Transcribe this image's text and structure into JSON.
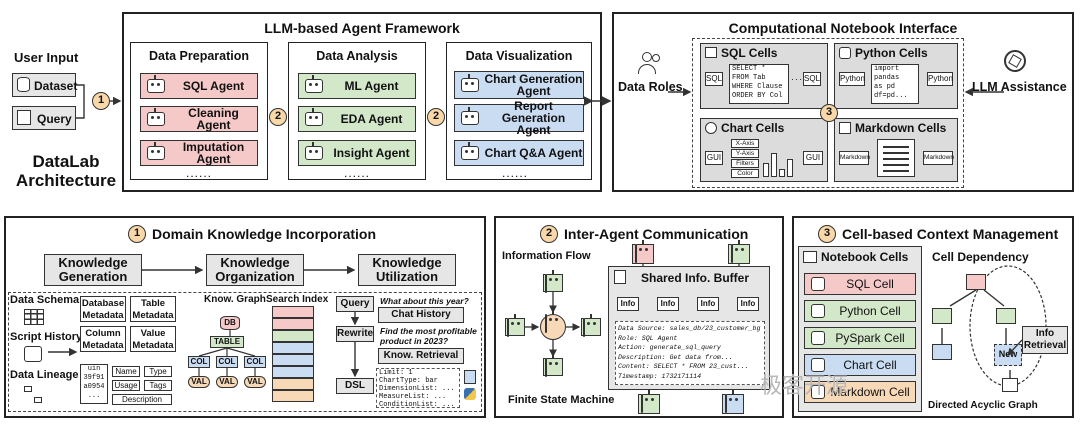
{
  "architecture": {
    "user_input": "User Input",
    "dataset": "Dataset",
    "query": "Query",
    "title_line1": "DataLab",
    "title_line2": "Architecture"
  },
  "framework": {
    "title": "LLM-based Agent Framework",
    "preparation": {
      "title": "Data Preparation",
      "agents": [
        "SQL Agent",
        "Cleaning Agent",
        "Imputation Agent"
      ]
    },
    "analysis": {
      "title": "Data Analysis",
      "agents": [
        "ML Agent",
        "EDA Agent",
        "Insight Agent"
      ]
    },
    "visualization": {
      "title": "Data Visualization",
      "agents": [
        "Chart Generation Agent",
        "Report Generation Agent",
        "Chart Q&A Agent"
      ]
    },
    "ellipsis": "......"
  },
  "notebook": {
    "title": "Computational Notebook Interface",
    "data_roles": "Data Roles",
    "llm_assistance": "LLM Assistance",
    "sql_cells": {
      "title": "SQL Cells",
      "in": "SQL",
      "code": [
        "SELECT *",
        "FROM Tab",
        "WHERE Clause",
        "ORDER BY Col"
      ],
      "out": "SQL"
    },
    "python_cells": {
      "title": "Python Cells",
      "in": "Python",
      "code": [
        "import",
        "pandas",
        "as pd",
        "df=pd..."
      ],
      "out": "Python"
    },
    "chart_cells": {
      "title": "Chart Cells",
      "in": "GUI",
      "tags": [
        "X-Axis",
        "Y-Axis",
        "Filters",
        "Color"
      ],
      "out": "GUI"
    },
    "markdown_cells": {
      "title": "Markdown Cells",
      "in": "Markdown",
      "out": "Markdown"
    }
  },
  "markers": {
    "one": "1",
    "two": "2",
    "three": "3"
  },
  "domain_knowledge": {
    "title": "Domain Knowledge Incorporation",
    "generation": "Knowledge Generation",
    "organization": "Knowledge Organization",
    "utilization": "Knowledge Utilization",
    "data_schema": "Data Schema",
    "script_history": "Script History",
    "data_lineage": "Data Lineage",
    "metadata": [
      "Database Metadata",
      "Table Metadata",
      "Column Metadata",
      "Value Metadata"
    ],
    "uin_rows": [
      "uin",
      "39f91",
      "a0954",
      "..."
    ],
    "tags": [
      "Name",
      "Type",
      "Usage",
      "Tags",
      "Description"
    ],
    "know_graph": "Know. Graph",
    "search_index": "Search Index",
    "graph_nodes": {
      "db": "DB",
      "table": "TABLE",
      "col": "COL",
      "val": "VAL"
    },
    "query_label": "Query",
    "query_text": "What about this year?",
    "chat_history": "Chat History",
    "rewrite_label": "Rewrite",
    "rewrite_text": "Find the most profitable product in 2023?",
    "know_retrieval": "Know. Retrieval",
    "dsl_label": "DSL",
    "dsl_lines": [
      "Limit: 1",
      "ChartType: bar",
      "DimensionList: ...",
      "MeasureList: ...",
      "ConditionList: ..."
    ]
  },
  "inter_agent": {
    "title": "Inter-Agent Communication",
    "information_flow": "Information Flow",
    "fsm": "Finite State Machine",
    "shared_buffer": "Shared Info. Buffer",
    "info": "Info",
    "log_lines": [
      "Data Source: sales_db/23_customer_bg",
      "Role: SQL Agent",
      "Action: generate_sql_query",
      "Description: Get data from...",
      "Content: SELECT * FROM 23_cust...",
      "Timestamp: 1732171114"
    ]
  },
  "cell_context": {
    "title": "Cell-based Context Management",
    "notebook_cells": "Notebook Cells",
    "cells": [
      "SQL Cell",
      "Python Cell",
      "PySpark Cell",
      "Chart Cell",
      "Markdown Cell"
    ],
    "cell_dependency": "Cell Dependency",
    "info_retrieval": "Info Retrieval",
    "new": "New",
    "dag": "Directed Acyclic Graph"
  },
  "watermark": "极客开源",
  "colors": {
    "pink": "#f6c9c9",
    "green": "#d3e8c9",
    "blue": "#c9dcf2",
    "orange": "#f7d9b8",
    "marker": "#f8d7a8"
  }
}
